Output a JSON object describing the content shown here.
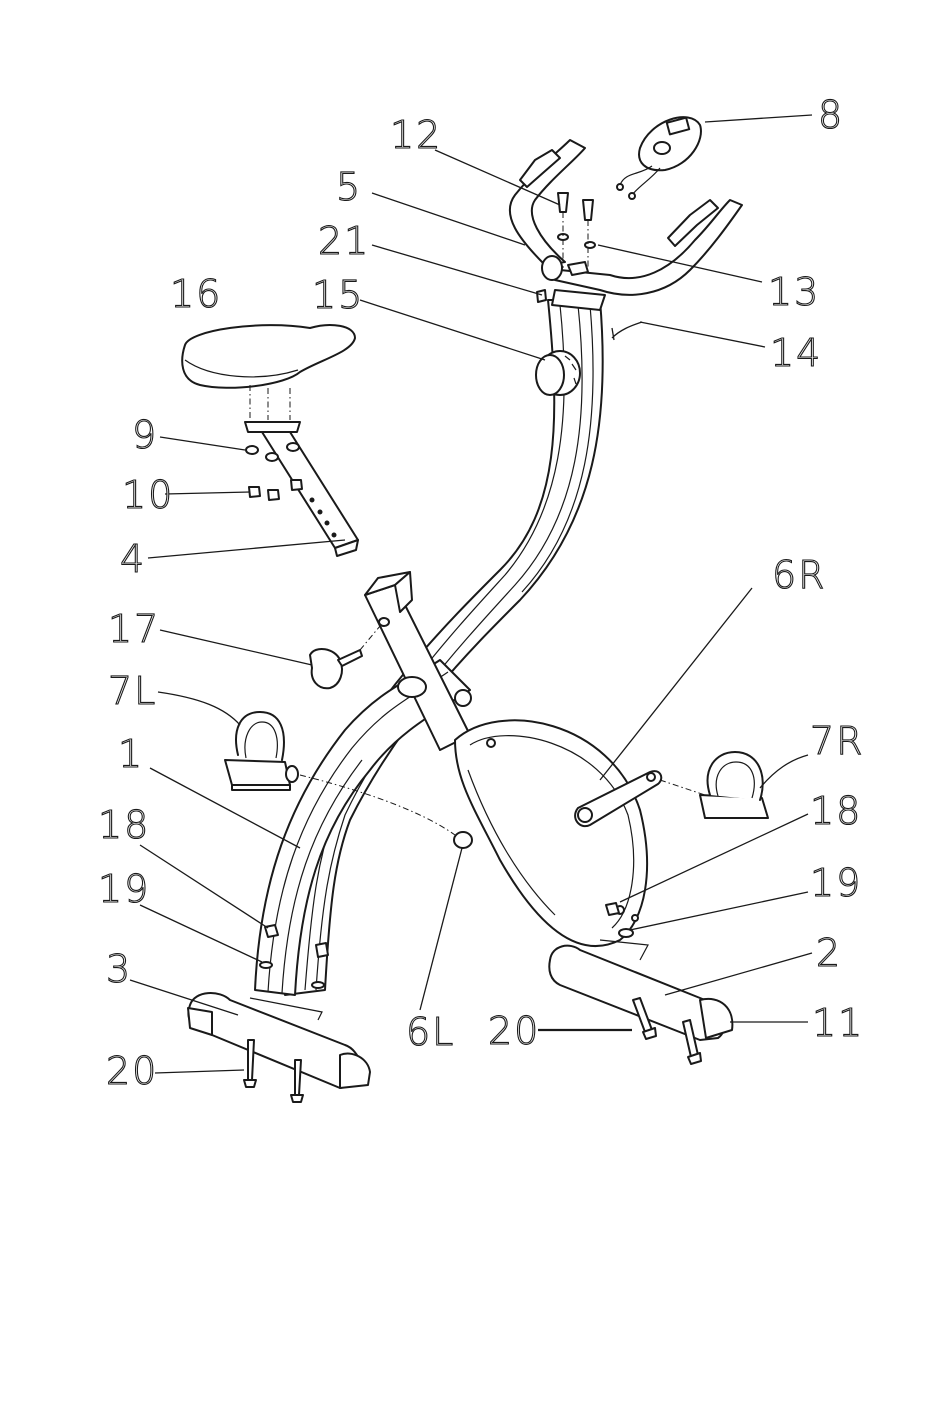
{
  "diagram": {
    "type": "exploded-assembly",
    "callouts": [
      {
        "id": "c12",
        "label": "12"
      },
      {
        "id": "c8",
        "label": "8"
      },
      {
        "id": "c5",
        "label": "5"
      },
      {
        "id": "c21",
        "label": "21"
      },
      {
        "id": "c13",
        "label": "13"
      },
      {
        "id": "c16",
        "label": "16"
      },
      {
        "id": "c15",
        "label": "15"
      },
      {
        "id": "c14",
        "label": "14"
      },
      {
        "id": "c9",
        "label": "9"
      },
      {
        "id": "c10",
        "label": "10"
      },
      {
        "id": "c4",
        "label": "4"
      },
      {
        "id": "c6R",
        "label": "6R"
      },
      {
        "id": "c17",
        "label": "17"
      },
      {
        "id": "c7L",
        "label": "7L"
      },
      {
        "id": "c7R",
        "label": "7R"
      },
      {
        "id": "c1",
        "label": "1"
      },
      {
        "id": "c18a",
        "label": "18"
      },
      {
        "id": "c18b",
        "label": "18"
      },
      {
        "id": "c19a",
        "label": "19"
      },
      {
        "id": "c19b",
        "label": "19"
      },
      {
        "id": "c2",
        "label": "2"
      },
      {
        "id": "c3",
        "label": "3"
      },
      {
        "id": "c20a",
        "label": "20"
      },
      {
        "id": "c6L",
        "label": "6L"
      },
      {
        "id": "c20b",
        "label": "20"
      },
      {
        "id": "c11",
        "label": "11"
      }
    ]
  }
}
